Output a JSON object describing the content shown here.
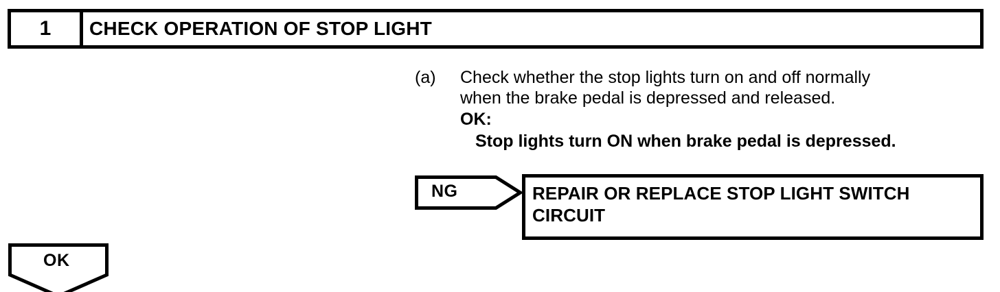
{
  "step": {
    "number": "1",
    "title": "CHECK OPERATION OF STOP LIGHT"
  },
  "instruction": {
    "marker": "(a)",
    "lines": [
      "Check whether the stop lights turn on and off normally",
      "when the brake pedal is depressed and released."
    ],
    "result_label": "OK:",
    "result_text": "Stop lights turn ON when brake pedal is depressed."
  },
  "branches": {
    "ng": {
      "label": "NG",
      "action_lines": [
        "REPAIR OR REPLACE STOP LIGHT SWITCH",
        "CIRCUIT"
      ]
    },
    "ok": {
      "label": "OK"
    }
  },
  "colors": {
    "ink": "#000000",
    "paper": "#ffffff"
  }
}
